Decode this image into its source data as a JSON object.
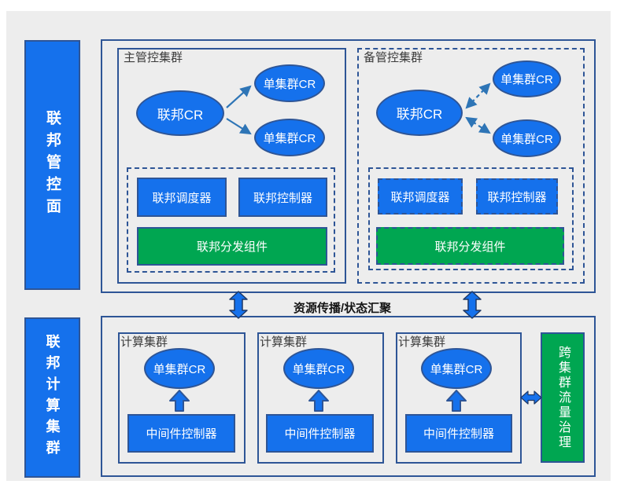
{
  "colors": {
    "background": "#EDEDED",
    "primary_blue": "#1571EC",
    "green": "#00A651",
    "border_navy": "#2E5596",
    "arrow_blue": "#2E75B6"
  },
  "left_rail": {
    "control_plane_label": "联邦管控面",
    "compute_cluster_label": "联邦计算集群"
  },
  "control_plane": {
    "main_cluster": {
      "title": "主管控集群",
      "federation_cr": "联邦CR",
      "single_cluster_cr_top": "单集群CR",
      "single_cluster_cr_bottom": "单集群CR",
      "scheduler": "联邦调度器",
      "controller": "联邦控制器",
      "dispatcher": "联邦分发组件"
    },
    "backup_cluster": {
      "title": "备管控集群",
      "federation_cr": "联邦CR",
      "single_cluster_cr_top": "单集群CR",
      "single_cluster_cr_bottom": "单集群CR",
      "scheduler": "联邦调度器",
      "controller": "联邦控制器",
      "dispatcher": "联邦分发组件"
    }
  },
  "flow_label": "资源传播/状态汇聚",
  "compute_plane": {
    "clusters": [
      {
        "title": "计算集群",
        "single_cluster_cr": "单集群CR",
        "middleware_controller": "中间件控制器"
      },
      {
        "title": "计算集群",
        "single_cluster_cr": "单集群CR",
        "middleware_controller": "中间件控制器"
      },
      {
        "title": "计算集群",
        "single_cluster_cr": "单集群CR",
        "middleware_controller": "中间件控制器"
      }
    ],
    "traffic_governance": "跨集群流量治理"
  }
}
